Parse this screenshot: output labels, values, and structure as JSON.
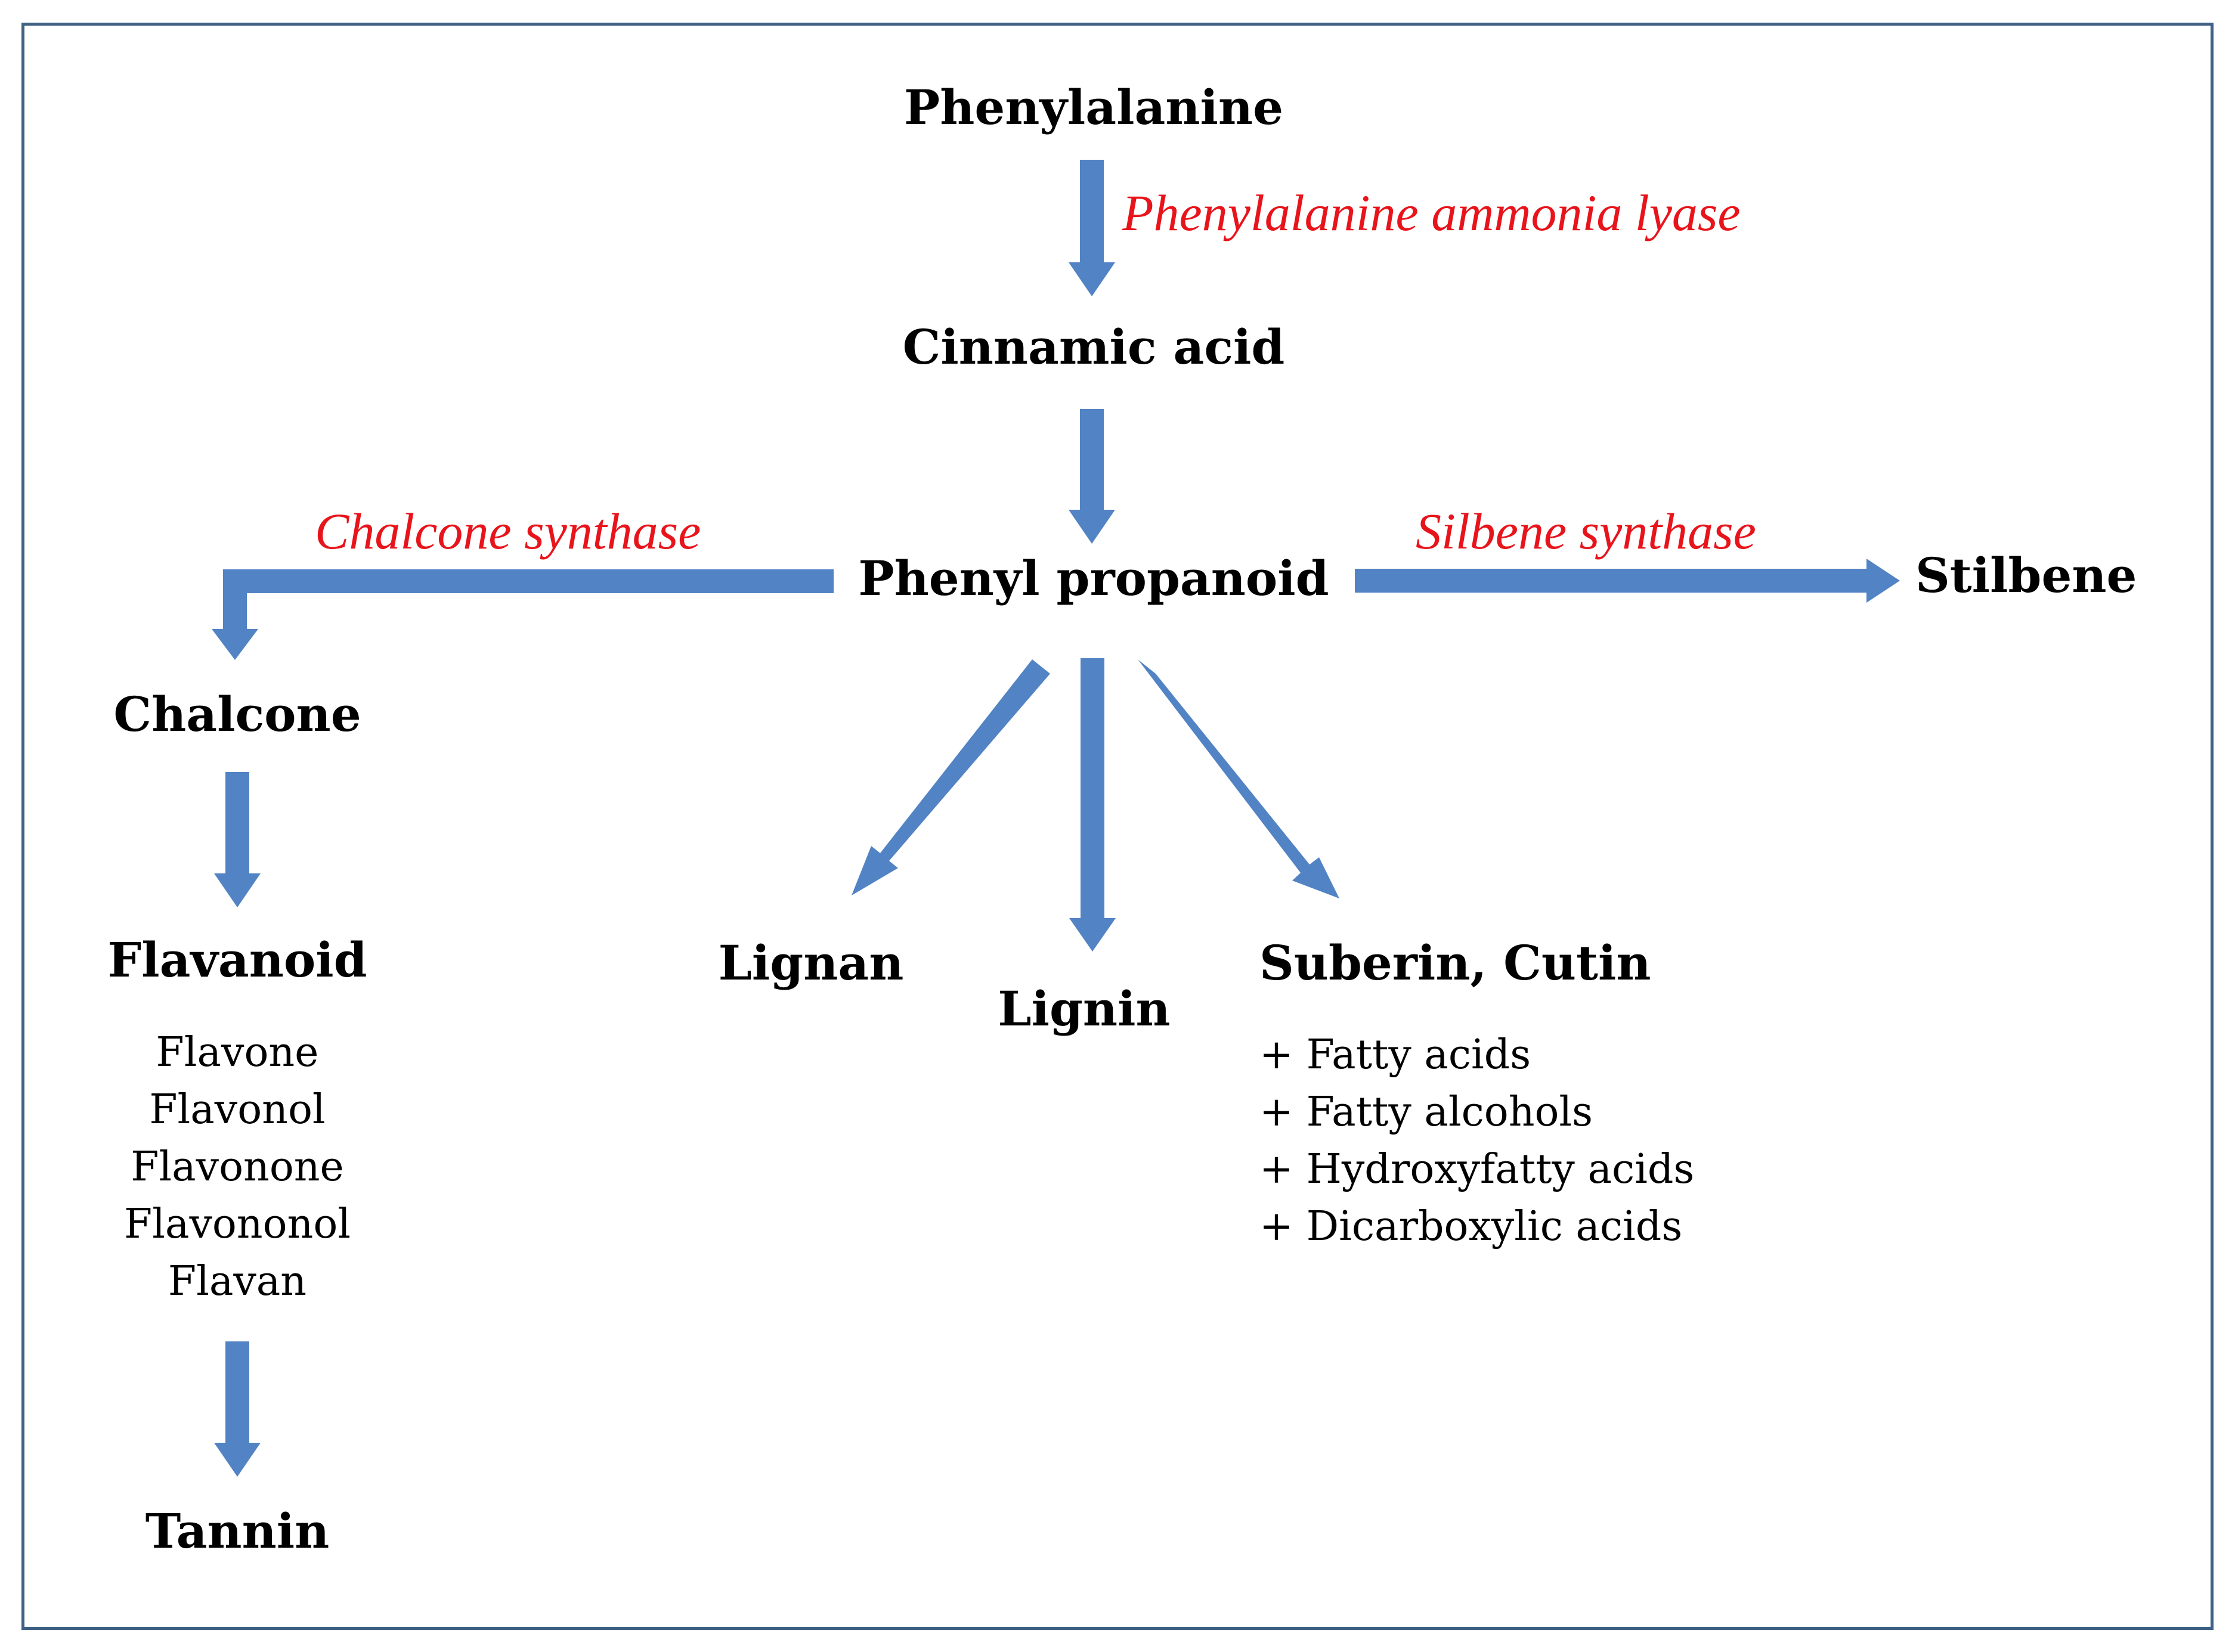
{
  "nodes": {
    "phenylalanine": "Phenylalanine",
    "cinnamic_acid": "Cinnamic acid",
    "phenyl_propanoid": "Phenyl propanoid",
    "stilbene": "Stilbene",
    "chalcone": "Chalcone",
    "flavanoid": "Flavanoid",
    "tannin": "Tannin",
    "lignan": "Lignan",
    "lignin": "Lignin",
    "suberin_cutin": "Suberin, Cutin"
  },
  "enzymes": {
    "pal": "Phenylalanine ammonia lyase",
    "chalcone_synthase": "Chalcone synthase",
    "silbene_synthase": "Silbene synthase"
  },
  "flavanoid_types": [
    "Flavone",
    "Flavonol",
    "Flavonone",
    "Flavononol",
    "Flavan"
  ],
  "suberin_components": [
    "+ Fatty acids",
    "+ Fatty alcohols",
    "+ Hydroxyfatty acids",
    "+ Dicarboxylic acids"
  ],
  "colors": {
    "arrow": "#5283c4",
    "enzyme_text": "#e8141b",
    "frame": "#3f6184"
  }
}
